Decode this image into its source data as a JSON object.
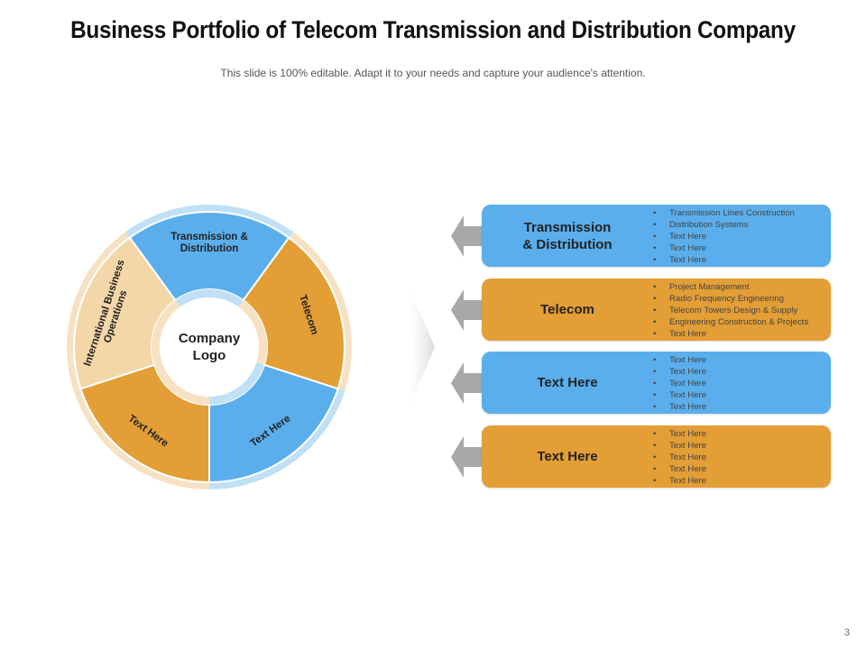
{
  "header": {
    "title": "Business Portfolio of Telecom Transmission and Distribution Company",
    "subtitle": "This slide is 100% editable. Adapt it to your needs and capture your audience's attention."
  },
  "wheel": {
    "center_label_line1": "Company",
    "center_label_line2": "Logo",
    "segments": [
      {
        "lines": [
          "Transmission &",
          "Distribution"
        ],
        "color": "#5aaeec",
        "ring_color": "#bfe0f6"
      },
      {
        "lines": [
          "Telecom"
        ],
        "color": "#e39e35",
        "ring_color": "#f6e2c3"
      },
      {
        "lines": [
          "Text Here"
        ],
        "color": "#5aaeec",
        "ring_color": "#bfe0f6"
      },
      {
        "lines": [
          "Text Here"
        ],
        "color": "#e39e35",
        "ring_color": "#f6e2c3"
      },
      {
        "lines": [
          "International Business",
          "Operations"
        ],
        "color": "#f3d7a8",
        "ring_color": "#f6e2c3"
      }
    ]
  },
  "rows": [
    {
      "name": "Transmission\n& Distribution",
      "color": "#5aaeec",
      "bullets": [
        "Transmission Lines Construction",
        "Distribution Systems",
        "Text Here",
        "Text Here",
        "Text Here"
      ]
    },
    {
      "name": "Telecom",
      "color": "#e39e35",
      "bullets": [
        "Project Management",
        "Radio Frequency Engineering",
        "Telecom Towers Design & Supply",
        "Engineering Construction & Projects",
        "Text Here"
      ]
    },
    {
      "name": "Text Here",
      "color": "#5aaeec",
      "bullets": [
        "Text Here",
        "Text Here",
        "Text Here",
        "Text Here",
        "Text Here"
      ]
    },
    {
      "name": "Text Here",
      "color": "#e39e35",
      "bullets": [
        "Text Here",
        "Text Here",
        "Text Here",
        "Text Here",
        "Text Here"
      ]
    }
  ],
  "colors": {
    "arrow": "#a8a8a8"
  },
  "footer": {
    "page_number": "3"
  }
}
